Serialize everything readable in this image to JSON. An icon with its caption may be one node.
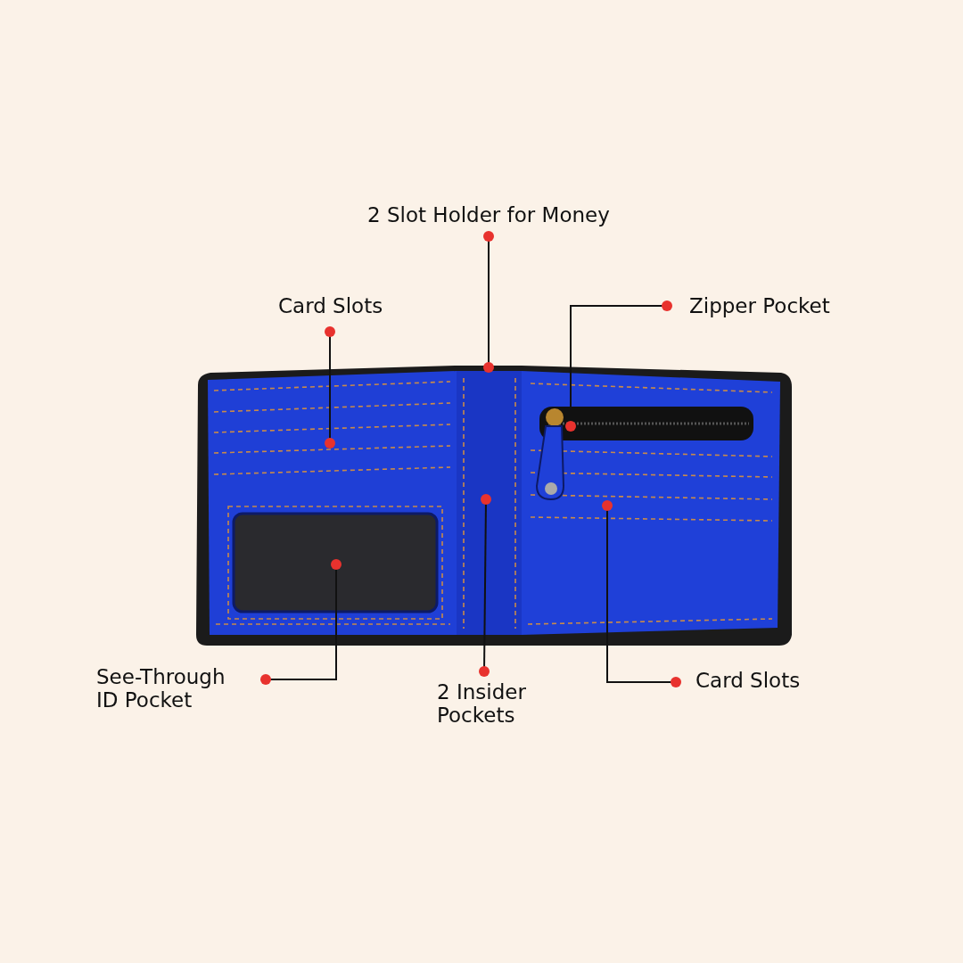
{
  "diagram": {
    "nodes": [
      {
        "text": [
          "2 Slot Holder for Money"
        ]
      },
      {
        "text": [
          "Card Slots"
        ]
      },
      {
        "text": [
          "Zipper Pocket"
        ]
      },
      {
        "text": [
          "See-Through ID Pocket"
        ]
      },
      {
        "text": [
          "2 Insider Pockets"
        ]
      },
      {
        "text": [
          "Card Slots"
        ]
      }
    ],
    "edges": [
      {
        "from": 0,
        "to": null,
        "arrow": "other"
      },
      {
        "from": 1,
        "to": null,
        "arrow": "other"
      },
      {
        "from": 2,
        "to": null,
        "arrow": "other"
      },
      {
        "from": 3,
        "to": null,
        "arrow": "other"
      },
      {
        "from": 4,
        "to": null,
        "arrow": "other"
      },
      {
        "from": 5,
        "to": null,
        "arrow": "other"
      }
    ]
  }
}
